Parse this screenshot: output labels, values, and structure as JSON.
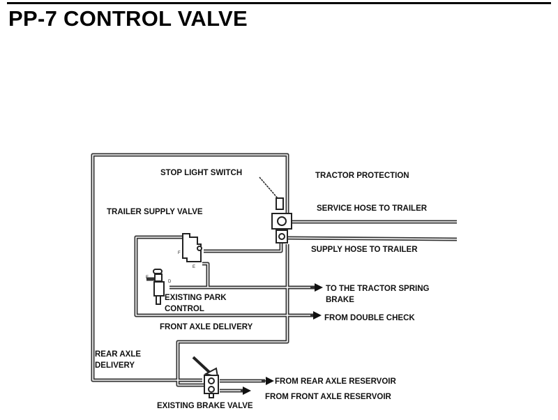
{
  "title": "PP-7 CONTROL VALVE",
  "labels": {
    "stop_light_switch": "STOP LIGHT SWITCH",
    "tractor_protection": "TRACTOR PROTECTION",
    "trailer_supply_valve": "TRAILER SUPPLY VALVE",
    "service_hose": "SERVICE HOSE TO TRAILER",
    "supply_hose": "SUPPLY HOSE TO TRAILER",
    "to_spring_brake_1": "TO THE TRACTOR SPRING",
    "to_spring_brake_2": "BRAKE",
    "park_control_1": "EXISTING PARK",
    "park_control_2": "CONTROL",
    "from_double_check": "FROM DOUBLE CHECK",
    "front_axle_delivery": "FRONT AXLE DELIVERY",
    "rear_axle_1": "REAR AXLE",
    "rear_axle_2": "DELIVERY",
    "from_rear_reservoir": "FROM REAR AXLE RESERVOIR",
    "from_front_reservoir": "FROM FRONT AXLE RESERVOIR",
    "brake_valve": "EXISTING BRAKE VALVE"
  }
}
